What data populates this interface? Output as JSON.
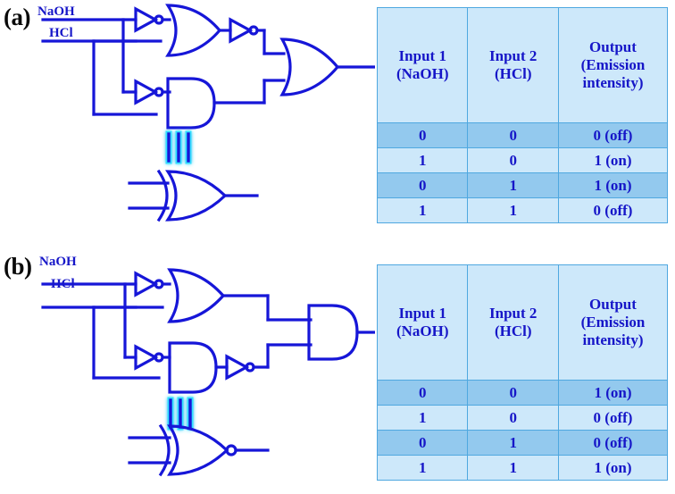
{
  "figure": {
    "panels": [
      {
        "id": "a",
        "label": "(a)",
        "inputs": {
          "top": "NaOH",
          "bottom": "HCl"
        },
        "equivalence_symbol": "≡",
        "equivalent_gate": "XOR",
        "circuit_gates": [
          "NOT",
          "OR",
          "NOT",
          "NOT",
          "AND",
          "OR"
        ],
        "table": {
          "headers": {
            "col1_line1": "Input 1",
            "col1_line2": "(NaOH)",
            "col2_line1": "Input 2",
            "col2_line2": "(HCl)",
            "col3_line1": "Output",
            "col3_line2": "(Emission",
            "col3_line3": "intensity)"
          },
          "rows": [
            {
              "input1": "0",
              "input2": "0",
              "output": "0 (off)"
            },
            {
              "input1": "1",
              "input2": "0",
              "output": "1 (on)"
            },
            {
              "input1": "0",
              "input2": "1",
              "output": "1 (on)"
            },
            {
              "input1": "1",
              "input2": "1",
              "output": "0 (off)"
            }
          ]
        }
      },
      {
        "id": "b",
        "label": "(b)",
        "inputs": {
          "top": "NaOH",
          "bottom": "HCl"
        },
        "equivalence_symbol": "≡",
        "equivalent_gate": "XNOR",
        "circuit_gates": [
          "NOT",
          "OR",
          "NOT",
          "AND",
          "NOT",
          "AND"
        ],
        "table": {
          "headers": {
            "col1_line1": "Input 1",
            "col1_line2": "(NaOH)",
            "col2_line1": "Input 2",
            "col2_line2": "(HCl)",
            "col3_line1": "Output",
            "col3_line2": "(Emission",
            "col3_line3": "intensity)"
          },
          "rows": [
            {
              "input1": "0",
              "input2": "0",
              "output": "1 (on)"
            },
            {
              "input1": "1",
              "input2": "0",
              "output": "0 (off)"
            },
            {
              "input1": "0",
              "input2": "1",
              "output": "0 (off)"
            },
            {
              "input1": "1",
              "input2": "1",
              "output": "1 (on)"
            }
          ]
        }
      }
    ],
    "colors": {
      "wire": "#1616d8",
      "label_text": "#1616c8",
      "panel_label": "#0a0a0a",
      "table_border": "#4fa8e0",
      "row_dark": "#93c9ee",
      "row_light": "#cde8fa",
      "header_bg": "#cde8fa",
      "glow": "#33e0ff"
    }
  }
}
